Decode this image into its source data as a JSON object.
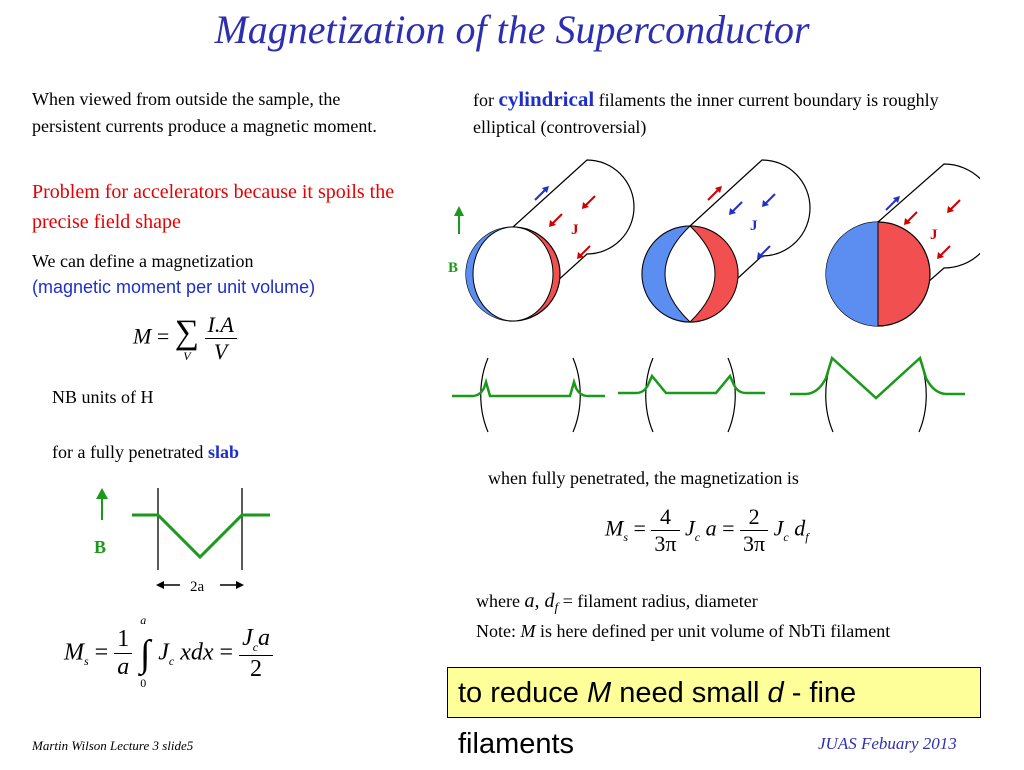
{
  "title": "Magnetization of the Superconductor",
  "left": {
    "intro": "When viewed from outside the sample, the persistent currents produce a magnetic moment.",
    "problem": "Problem for accelerators because it spoils the precise field shape",
    "define": "We can define a magnetization",
    "define_paren": "(magnetic moment per unit volume)",
    "eq1": {
      "lhs": "M",
      "eq": "=",
      "sum": "∑",
      "sub": "V",
      "num": "I.A",
      "den": "V"
    },
    "nb": "NB units of H",
    "slab_prefix": "for a fully penetrated ",
    "slab_word": "slab",
    "slab_diagram": {
      "b_label": "B",
      "width_label": "2a"
    },
    "eq2": {
      "lhs": "M",
      "lhs_sub": "s",
      "eq": "=",
      "one": "1",
      "a": "a",
      "int_upper": "a",
      "int_lower": "0",
      "integrand": "J",
      "integrand_sub": "c",
      "dx": "xdx",
      "num": "J",
      "num_sub": "c",
      "num_a": "a",
      "den": "2"
    }
  },
  "right": {
    "cyl_prefix": "for ",
    "cyl_word": "cylindrical",
    "cyl_rest": " filaments the inner current boundary is roughly elliptical (controversial)",
    "cyl_diagram": {
      "b_label": "B",
      "j_label": "J"
    },
    "fully_pen": "when fully penetrated, the magnetization is",
    "eq3": {
      "lhs": "M",
      "lhs_sub": "s",
      "eq": "=",
      "n1": "4",
      "d1": "3π",
      "jc": "J",
      "jc_sub": "c",
      "a": "a",
      "n2": "2",
      "d2": "3π",
      "df": "d",
      "df_sub": "f"
    },
    "where_prefix": "where ",
    "where_vars": "a, d",
    "where_sub": "f",
    "where_rest": " = filament radius, diameter",
    "note_prefix": "Note: ",
    "note_var": "M",
    "note_rest": " is here defined per unit volume of NbTi filament"
  },
  "callout": {
    "prefix": "to reduce ",
    "m": "M",
    "mid": " need small ",
    "d": "d",
    "suffix": " - fine filaments"
  },
  "footer": {
    "left": "Martin Wilson Lecture 3 slide5",
    "right": "JUAS Febuary 2013"
  },
  "colors": {
    "title": "#2d2fb3",
    "red": "#e60000",
    "blue_fill": "#5b8ef0",
    "red_fill": "#f25050",
    "green": "#1a9a1a",
    "callout_bg": "#ffff99"
  }
}
